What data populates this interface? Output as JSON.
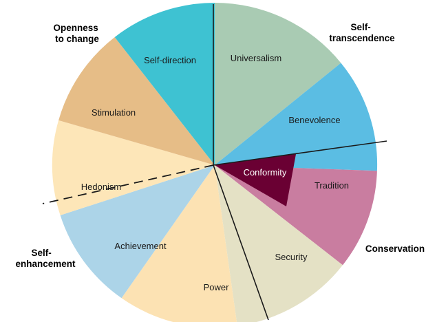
{
  "segments": [
    {
      "id": "universalism",
      "label": "Universalism",
      "color": "#a9cbb3"
    },
    {
      "id": "benevolence",
      "label": "Benevolence",
      "color": "#5bbde3"
    },
    {
      "id": "tradition",
      "label": "Tradition",
      "color": "#c97da0"
    },
    {
      "id": "conformity",
      "label": "Conformity",
      "color": "#6a0033",
      "text_color": "#ffffff"
    },
    {
      "id": "security",
      "label": "Security",
      "color": "#e4e1c5"
    },
    {
      "id": "power",
      "label": "Power",
      "color": "#fce2b3"
    },
    {
      "id": "achievement",
      "label": "Achievement",
      "color": "#acd4e8"
    },
    {
      "id": "hedonism",
      "label": "Hedonism",
      "color": "#fde6b8"
    },
    {
      "id": "stimulation",
      "label": "Stimulation",
      "color": "#e6bd87"
    },
    {
      "id": "self_direction",
      "label": "Self-direction",
      "color": "#3ec2d2"
    }
  ],
  "groups": {
    "openness": {
      "lines": [
        "Openness",
        "to change"
      ]
    },
    "transcendence": {
      "lines": [
        "Self-",
        "transcendence"
      ]
    },
    "conservation": {
      "lines": [
        "Conservation"
      ]
    },
    "enhancement": {
      "lines": [
        "Self-",
        "enhancement"
      ]
    }
  },
  "divider_color": "#1a1a1a"
}
